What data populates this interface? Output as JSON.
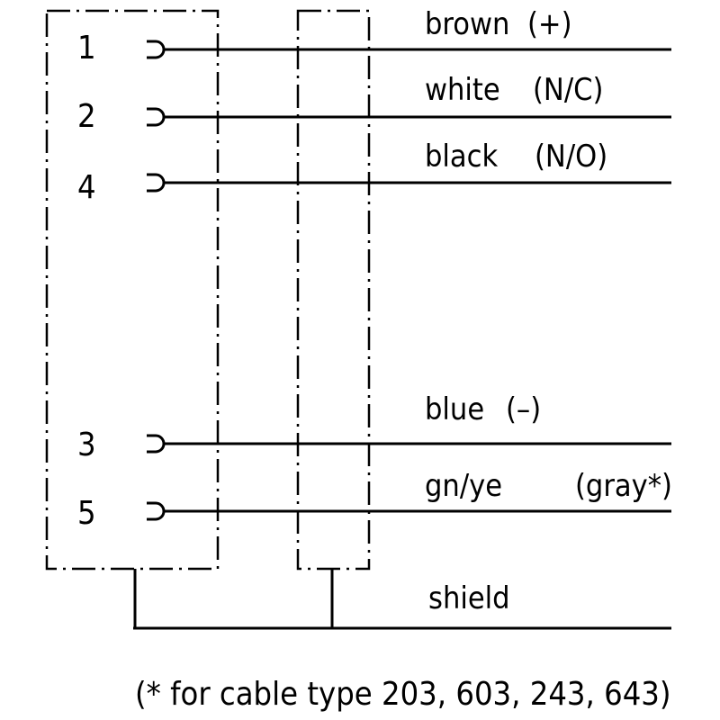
{
  "pins": [
    {
      "number": "1",
      "wire_label": "brown",
      "wire_function": "(+)"
    },
    {
      "number": "2",
      "wire_label": "white",
      "wire_function": "(N/C)"
    },
    {
      "number": "4",
      "wire_label": "black",
      "wire_function": "(N/O)"
    },
    {
      "number": "3",
      "wire_label": "blue",
      "wire_function": "(–)"
    },
    {
      "number": "5",
      "wire_label": "gn/ye",
      "wire_function": "(gray*)"
    }
  ],
  "shield": {
    "label": "shield"
  },
  "footnote": "(* for cable type 203, 603, 243, 643)"
}
